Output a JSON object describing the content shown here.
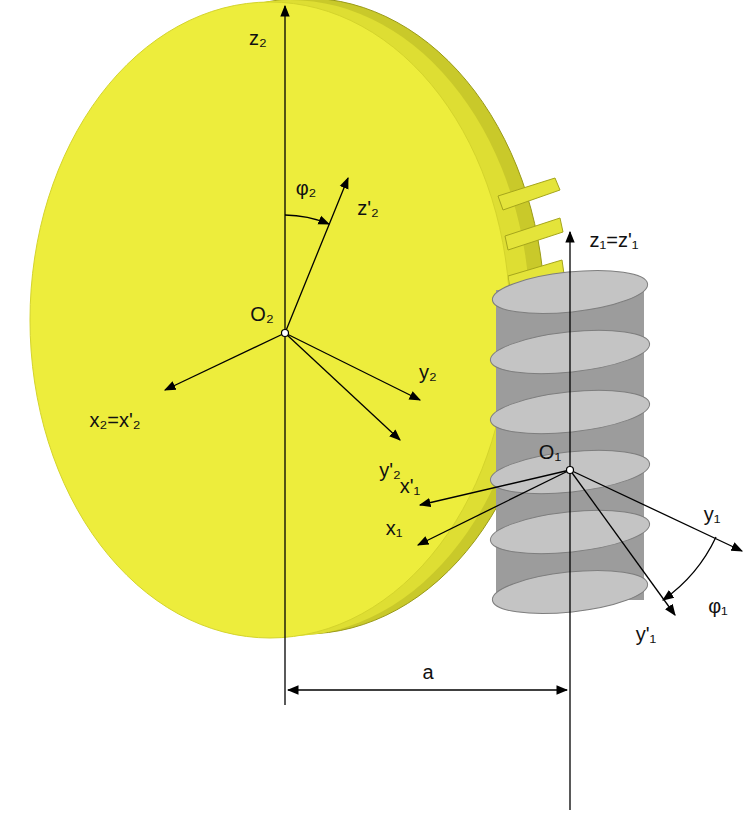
{
  "diagram": {
    "labels": [
      "z₂",
      "φ₂",
      "z'₂",
      "O₂",
      "x₂=x'₂",
      "y₂",
      "y'₂",
      "z₁=z'₁",
      "O₁",
      "x'₁",
      "x₁",
      "y₁",
      "y'₁",
      "φ₁",
      "a"
    ]
  }
}
